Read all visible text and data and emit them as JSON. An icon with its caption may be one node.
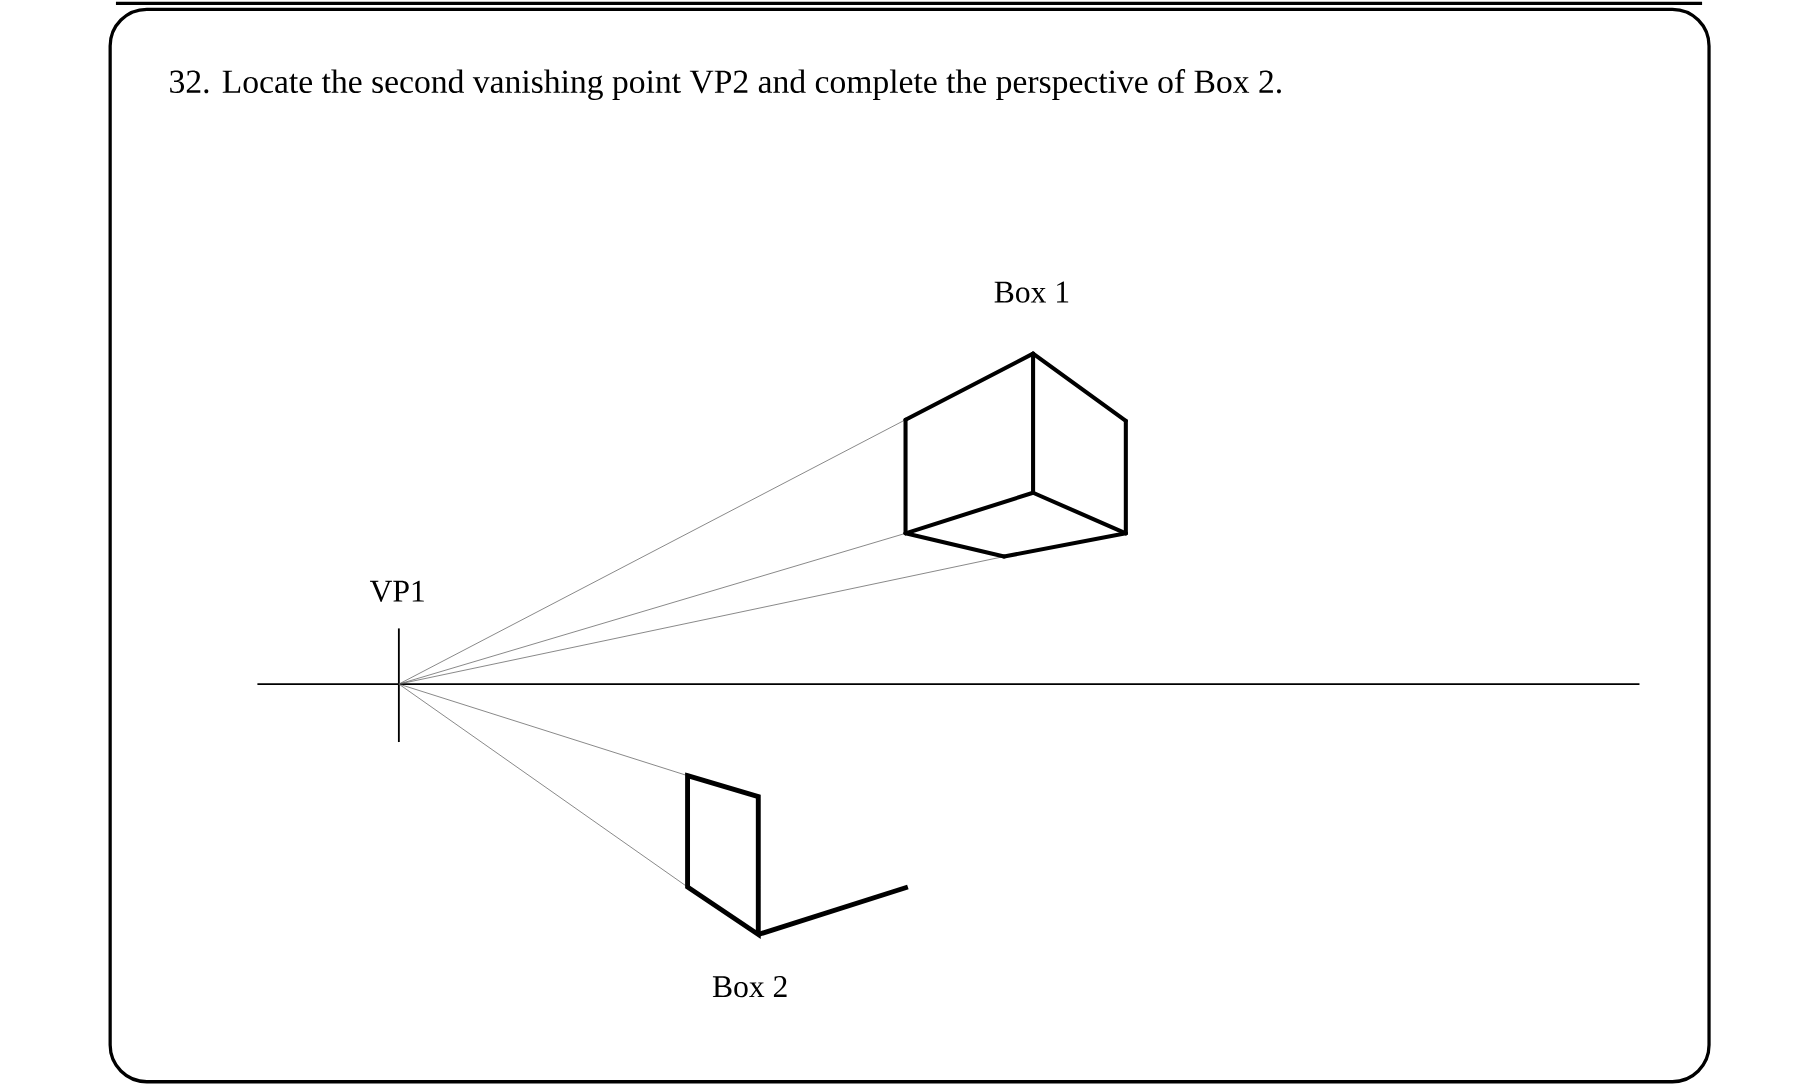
{
  "diagram": {
    "title": "32. Locate the second vanishing point VP2 and complete the perspective of Box 2.",
    "labels": [
      "Box 1",
      "VP1",
      "Box 2"
    ]
  }
}
